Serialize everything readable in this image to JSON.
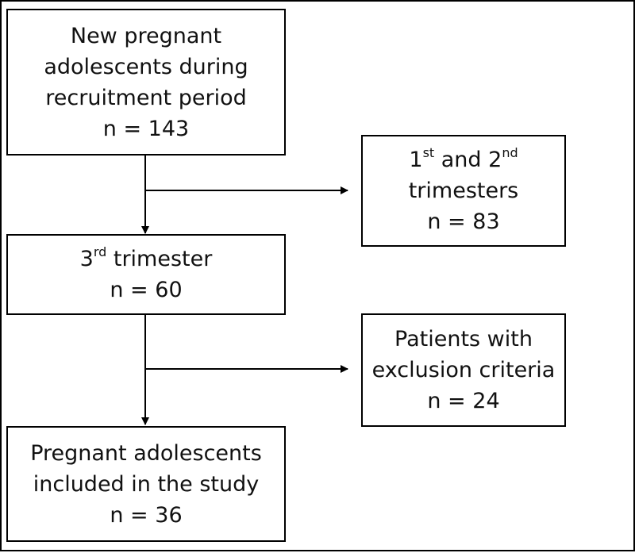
{
  "boxes": {
    "new_pregnant": {
      "line1": "New pregnant",
      "line2": "adolescents during",
      "line3": "recruitment period",
      "count": "n = 143"
    },
    "first_second": {
      "num1": "1",
      "sup1": "st",
      "mid": " and 2",
      "sup2": "nd",
      "line2": "trimesters",
      "count": "n = 83"
    },
    "third": {
      "num": "3",
      "sup": "rd",
      "rest": " trimester",
      "count": "n = 60"
    },
    "exclusion": {
      "line1": "Patients with",
      "line2": "exclusion criteria",
      "count": "n = 24"
    },
    "included": {
      "line1": "Pregnant adolescents",
      "line2": "included in the study",
      "count": "n = 36"
    }
  }
}
